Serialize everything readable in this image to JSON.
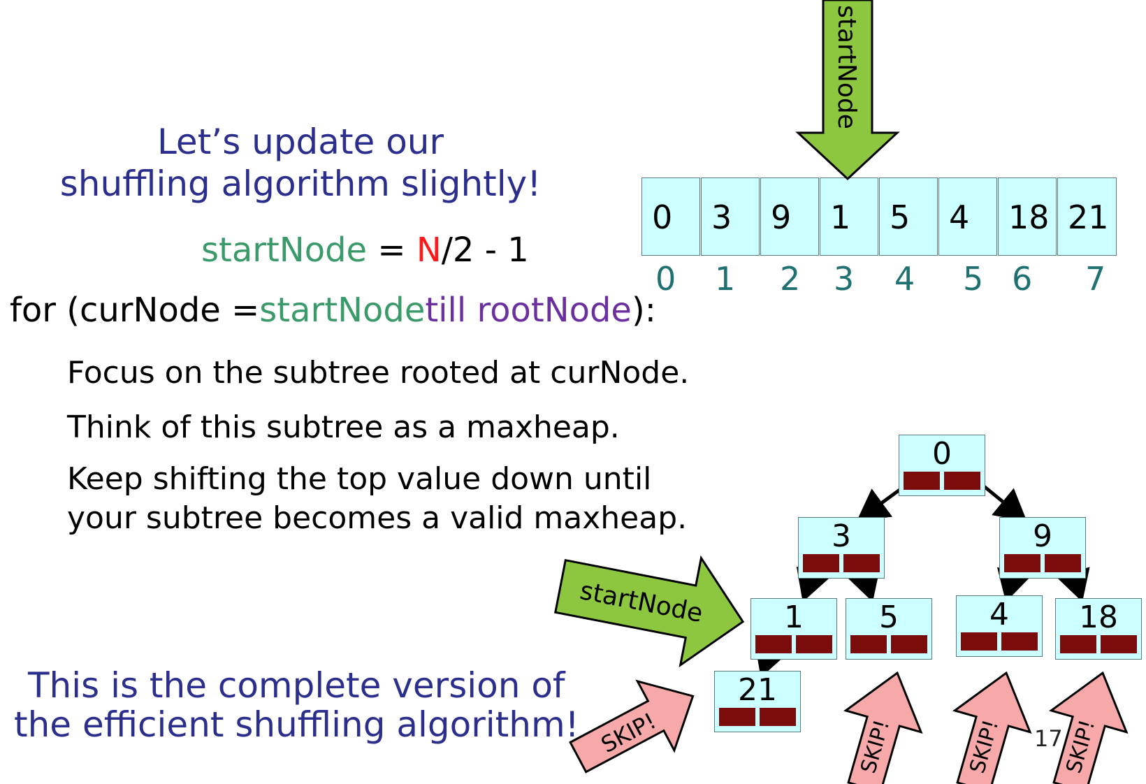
{
  "heading_line1": "Let’s update our",
  "heading_line2": "shuffling algorithm slightly!",
  "equation": {
    "start": "startNode",
    "eq": " = ",
    "n": "N",
    "rest": "/2 - 1"
  },
  "loop": {
    "prefix": "for (curNode =",
    "start": "startNode",
    "till": "till ",
    "root": "rootNode",
    "suffix": "):"
  },
  "steps": [
    "Focus on the subtree rooted at curNode.",
    "Think of this subtree as a maxheap.",
    "Keep shifting the top value down until",
    "your subtree becomes a valid maxheap."
  ],
  "footer_line1": "This is the complete version of",
  "footer_line2": "the efficient shuffling algorithm!",
  "array": {
    "values": [
      "0",
      "3",
      "9",
      "1",
      "5",
      "4",
      "18",
      "21"
    ],
    "indices": [
      "0",
      "1",
      "2",
      "3",
      "4",
      "5",
      "6",
      "7"
    ]
  },
  "arrow_label_top": "startNode",
  "arrow_label_tree": "startNode",
  "tree_nodes": [
    "0",
    "3",
    "9",
    "1",
    "5",
    "4",
    "18",
    "21"
  ],
  "skip_labels": [
    "SKIP!",
    "SKIP!",
    "SKIP!",
    "SKIP!"
  ],
  "slide_number": "17",
  "colors": {
    "cell_fill": "#ccffff",
    "pointer": "#7a0c0c",
    "arrow_green": "#8dc63f",
    "arrow_pink": "#f7a8a8",
    "title_blue": "#2b2e8c"
  }
}
